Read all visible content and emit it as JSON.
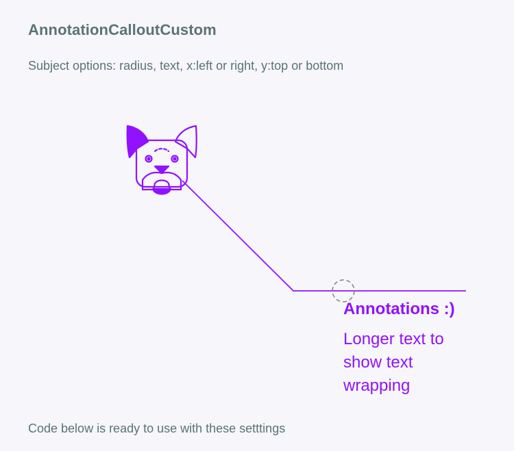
{
  "page": {
    "title": "AnnotationCalloutCustom",
    "subtitle": "Subject options: radius, text, x:left or right, y:top or bottom",
    "footer": "Code below is ready to use with these setttings"
  },
  "annotation": {
    "title": "Annotations :)",
    "label": "Longer text to show text wrapping",
    "color": "#9012fe",
    "subject_style": "dashed-circle",
    "subject_options": {
      "x": "right",
      "y": "top"
    }
  },
  "icons": {
    "dog": "dog-face-icon"
  },
  "colors": {
    "text": "#5a7378",
    "accent": "#9012fe",
    "background": "#f6f6fb",
    "subject": "#7a7a7a"
  }
}
